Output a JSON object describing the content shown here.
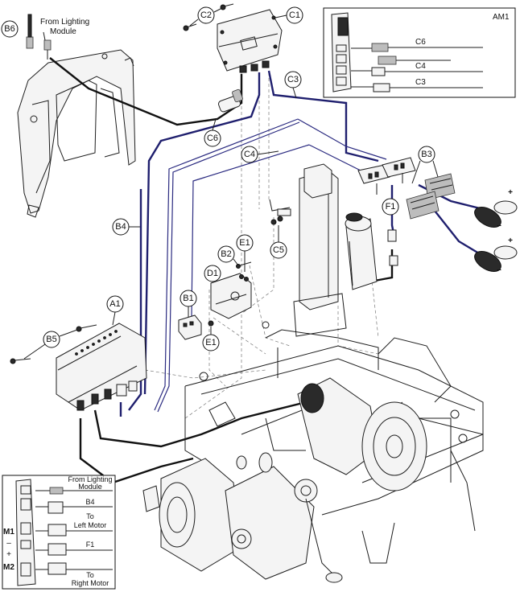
{
  "callouts": {
    "b6": "B6",
    "c2": "C2",
    "c1": "C1",
    "c3": "C3",
    "c6": "C6",
    "c4": "C4",
    "b3": "B3",
    "f1": "F1",
    "c5": "C5",
    "b4": "B4",
    "b2": "B2",
    "e1_top": "E1",
    "d1": "D1",
    "b1": "B1",
    "e1_bottom": "E1",
    "a1": "A1",
    "b5": "B5"
  },
  "labels": {
    "from_lighting_line1": "From Lighting",
    "from_lighting_line2": "Module"
  },
  "am1_inset": {
    "title": "AM1",
    "connectors": [
      "C6",
      "C4",
      "C3"
    ]
  },
  "a1_inset": {
    "rows": [
      {
        "line1": "From Lighting",
        "line2": "Module"
      },
      {
        "line1": "B4",
        "line2": ""
      },
      {
        "line1": "To",
        "line2": "Left Motor"
      },
      {
        "line1": "F1",
        "line2": ""
      },
      {
        "line1": "To",
        "line2": "Right Motor"
      }
    ],
    "side_labels": {
      "m1": "M1",
      "minus": "–",
      "plus": "+",
      "m2": "M2"
    }
  },
  "battery_terminals": {
    "top_plus": "+",
    "top_minus": "–",
    "bottom_plus": "+",
    "bottom_minus": "–"
  }
}
